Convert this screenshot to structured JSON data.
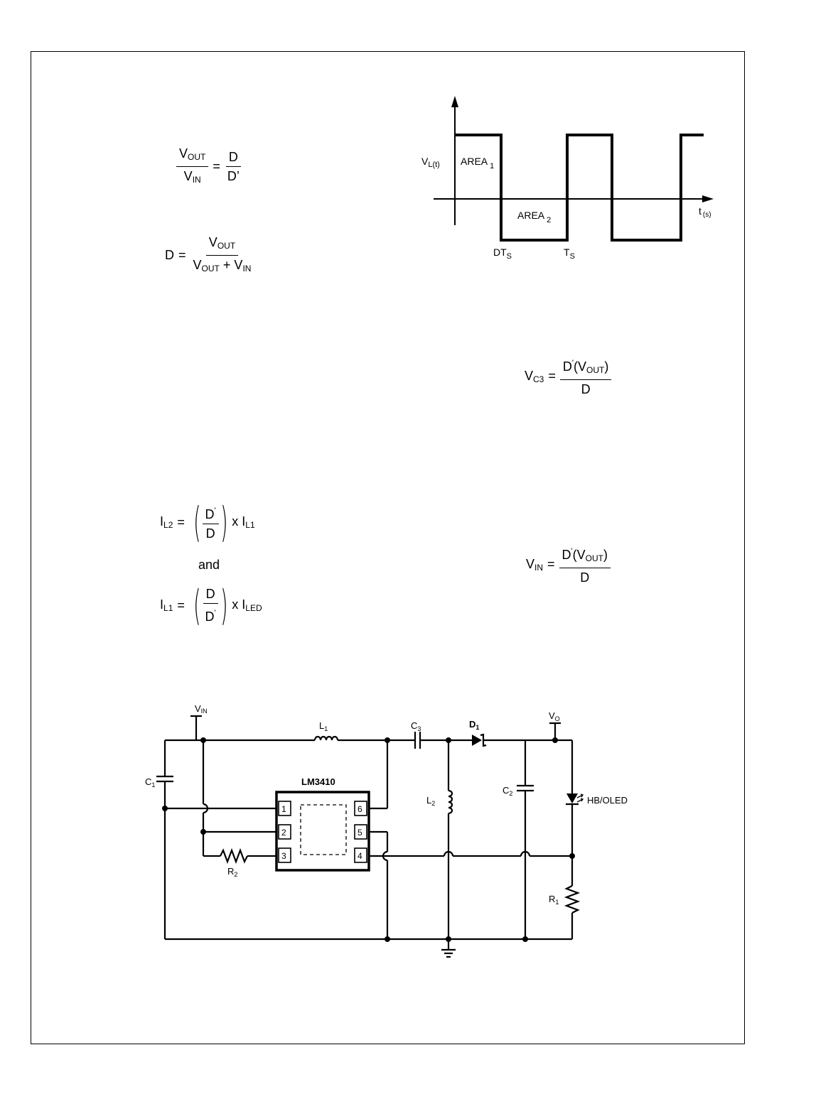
{
  "equations": {
    "eq1": {
      "lhs_num": "V",
      "lhs_num_sub": "OUT",
      "lhs_den": "V",
      "lhs_den_sub": "IN",
      "eq": "=",
      "rhs_num": "D",
      "rhs_den": "D’"
    },
    "eq2": {
      "lhs": "D",
      "eq": "=",
      "num": "V",
      "num_sub": "OUT",
      "den_a": "V",
      "den_a_sub": "OUT",
      "den_plus": "+",
      "den_b": "V",
      "den_b_sub": "IN"
    },
    "eq3": {
      "lhs": "V",
      "lhs_sub": "C3",
      "eq": "=",
      "num_a": "D",
      "num_sup": "'",
      "num_b": "(V",
      "num_sub": "OUT",
      "num_c": ")",
      "den": "D"
    },
    "eq4": {
      "lhs": "I",
      "lhs_sub": "L2",
      "eq": "=",
      "num": "D",
      "num_sup": "'",
      "den": "D",
      "times": "x I",
      "times_sub": "L1"
    },
    "and": "and",
    "eq5": {
      "lhs": "I",
      "lhs_sub": "L1",
      "eq": "=",
      "num": "D",
      "den": "D",
      "den_sup": "'",
      "times": "x I",
      "times_sub": "LED"
    },
    "eq6": {
      "lhs": "V",
      "lhs_sub": "IN",
      "eq": "=",
      "num_a": "D",
      "num_sup": "'",
      "num_b": "(V",
      "num_sub": "OUT",
      "num_c": ")",
      "den": "D"
    }
  },
  "waveform": {
    "ylabel": "V",
    "ylabel_sub": "L(t)",
    "area1": "AREA",
    "area1_sub": "1",
    "area2": "AREA",
    "area2_sub": "2",
    "xlabel": "t",
    "xlabel_sub": "(s)",
    "tick1": "DT",
    "tick1_sub": "S",
    "tick2": "T",
    "tick2_sub": "S"
  },
  "schematic": {
    "vin": "V",
    "vin_sub": "IN",
    "l1": "L",
    "l1_sub": "1",
    "c3": "C",
    "c3_sub": "3",
    "d1": "D",
    "d1_sub": "1",
    "vo": "V",
    "vo_sub": "O",
    "c1": "C",
    "c1_sub": "1",
    "ic": "LM3410",
    "pins": [
      "1",
      "2",
      "3",
      "6",
      "5",
      "4"
    ],
    "l2": "L",
    "l2_sub": "2",
    "c2": "C",
    "c2_sub": "2",
    "led": "HB/OLED",
    "r2": "R",
    "r2_sub": "2",
    "r1": "R",
    "r1_sub": "1"
  }
}
